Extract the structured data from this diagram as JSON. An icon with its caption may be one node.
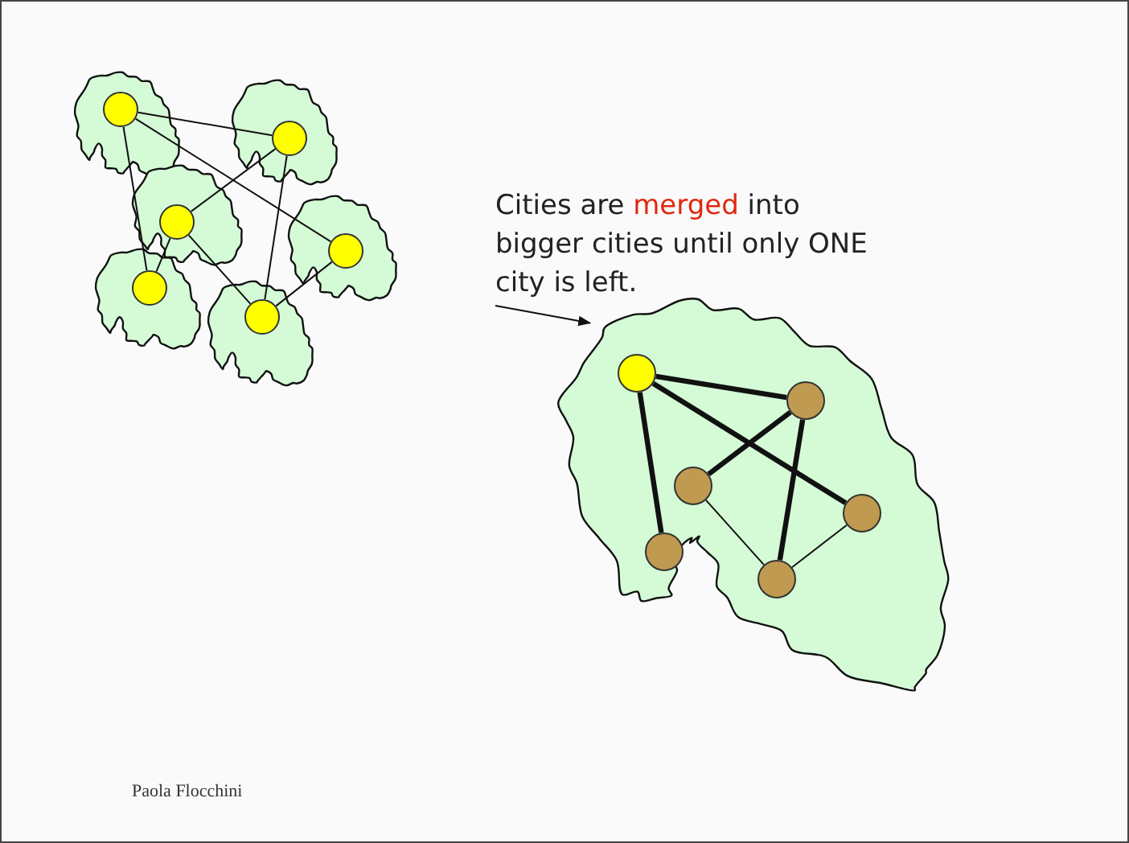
{
  "diagram": {
    "nodes": [
      {
        "text": [],
        "shape": "cloud"
      },
      {
        "text": [],
        "shape": "circle",
        "in": 0
      },
      {
        "text": [],
        "shape": "cloud"
      },
      {
        "text": [],
        "shape": "circle",
        "in": 2
      },
      {
        "text": [],
        "shape": "cloud"
      },
      {
        "text": [],
        "shape": "circle",
        "in": 4
      },
      {
        "text": [],
        "shape": "cloud"
      },
      {
        "text": [],
        "shape": "circle",
        "in": 6
      },
      {
        "text": [],
        "shape": "cloud"
      },
      {
        "text": [],
        "shape": "circle",
        "in": 8
      },
      {
        "text": [],
        "shape": "cloud"
      },
      {
        "text": [],
        "shape": "circle",
        "in": 10
      },
      {
        "text": [
          "Cities are *merged* into bigger cities until only ONE city is left."
        ]
      },
      {
        "text": [],
        "shape": "cloud"
      },
      {
        "text": [],
        "shape": "circle",
        "in": 13
      },
      {
        "text": [],
        "shape": "circle",
        "in": 13
      },
      {
        "text": [],
        "shape": "circle",
        "in": 13
      },
      {
        "text": [],
        "shape": "circle",
        "in": 13
      },
      {
        "text": [],
        "shape": "circle",
        "in": 13
      },
      {
        "text": [],
        "shape": "circle",
        "in": 13
      }
    ],
    "edges": [
      {
        "from": 1,
        "to": 3,
        "arrow": "none"
      },
      {
        "from": 1,
        "to": 7,
        "arrow": "none"
      },
      {
        "from": 1,
        "to": 9,
        "arrow": "none"
      },
      {
        "from": 3,
        "to": 5,
        "arrow": "none"
      },
      {
        "from": 3,
        "to": 11,
        "arrow": "none"
      },
      {
        "from": 5,
        "to": 9,
        "arrow": "none"
      },
      {
        "from": 5,
        "to": 11,
        "arrow": "none"
      },
      {
        "from": 7,
        "to": 11,
        "arrow": "none"
      },
      {
        "from": 12,
        "to": 13,
        "arrow": "to"
      },
      {
        "from": 14,
        "to": 15,
        "arrow": "none",
        "style": "thick"
      },
      {
        "from": 14,
        "to": 17,
        "arrow": "none",
        "style": "thick"
      },
      {
        "from": 14,
        "to": 18,
        "arrow": "none",
        "style": "thick"
      },
      {
        "from": 15,
        "to": 16,
        "arrow": "none",
        "style": "thick"
      },
      {
        "from": 15,
        "to": 19,
        "arrow": "none",
        "style": "thick"
      },
      {
        "from": 16,
        "to": 19,
        "arrow": "none"
      },
      {
        "from": 19,
        "to": 17,
        "arrow": "none"
      }
    ],
    "labels": [
      "Paola Flocchini"
    ]
  }
}
